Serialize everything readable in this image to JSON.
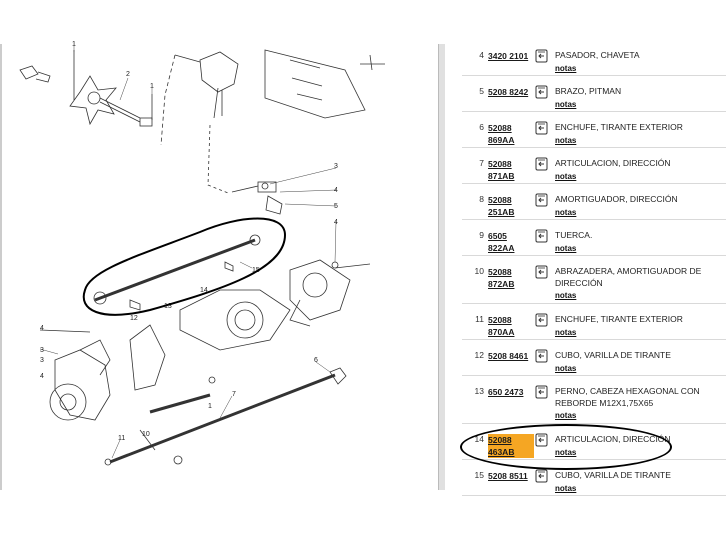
{
  "diagram": {
    "callouts": [
      "1",
      "2",
      "1",
      "3",
      "4",
      "5",
      "4",
      "15",
      "14",
      "12",
      "13",
      "4",
      "3",
      "3",
      "4",
      "6",
      "7",
      "11",
      "10",
      "1"
    ]
  },
  "parts": [
    {
      "num": "4",
      "pn": [
        "3420 2101"
      ],
      "desc": "PASADOR, CHAVETA",
      "notes": "notas"
    },
    {
      "num": "5",
      "pn": [
        "5208 8242"
      ],
      "desc": "BRAZO, PITMAN",
      "notes": "notas"
    },
    {
      "num": "6",
      "pn": [
        "52088",
        "869AA"
      ],
      "desc": "ENCHUFE, TIRANTE EXTERIOR",
      "notes": "notas"
    },
    {
      "num": "7",
      "pn": [
        "52088",
        "871AB"
      ],
      "desc": "ARTICULACION, DIRECCIÓN",
      "notes": "notas"
    },
    {
      "num": "8",
      "pn": [
        "52088",
        "251AB"
      ],
      "desc": "AMORTIGUADOR, DIRECCIÓN",
      "notes": "notas"
    },
    {
      "num": "9",
      "pn": [
        "6505",
        "822AA"
      ],
      "desc": "TUERCA.",
      "notes": "notas"
    },
    {
      "num": "10",
      "pn": [
        "52088",
        "872AB"
      ],
      "desc": "ABRAZADERA, AMORTIGUADOR DE DIRECCIÓN",
      "notes": "notas"
    },
    {
      "num": "11",
      "pn": [
        "52088",
        "870AA"
      ],
      "desc": "ENCHUFE, TIRANTE EXTERIOR",
      "notes": "notas"
    },
    {
      "num": "12",
      "pn": [
        "5208 8461"
      ],
      "desc": "CUBO, VARILLA DE TIRANTE",
      "notes": "notas"
    },
    {
      "num": "13",
      "pn": [
        "650 2473"
      ],
      "desc": "PERNO, CABEZA HEXAGONAL CON REBORDE M12X1,75X65",
      "notes": "notas"
    },
    {
      "num": "14",
      "pn": [
        "52088",
        "463AB"
      ],
      "desc": "ARTICULACION, DIRECCIÓN",
      "notes": "notas"
    },
    {
      "num": "15",
      "pn": [
        "5208 8511"
      ],
      "desc": "CUBO, VARILLA DE TIRANTE",
      "notes": "notas"
    }
  ],
  "icons": {
    "cart": "cart-return-icon"
  },
  "colors": {
    "highlight": "#f5a623"
  }
}
